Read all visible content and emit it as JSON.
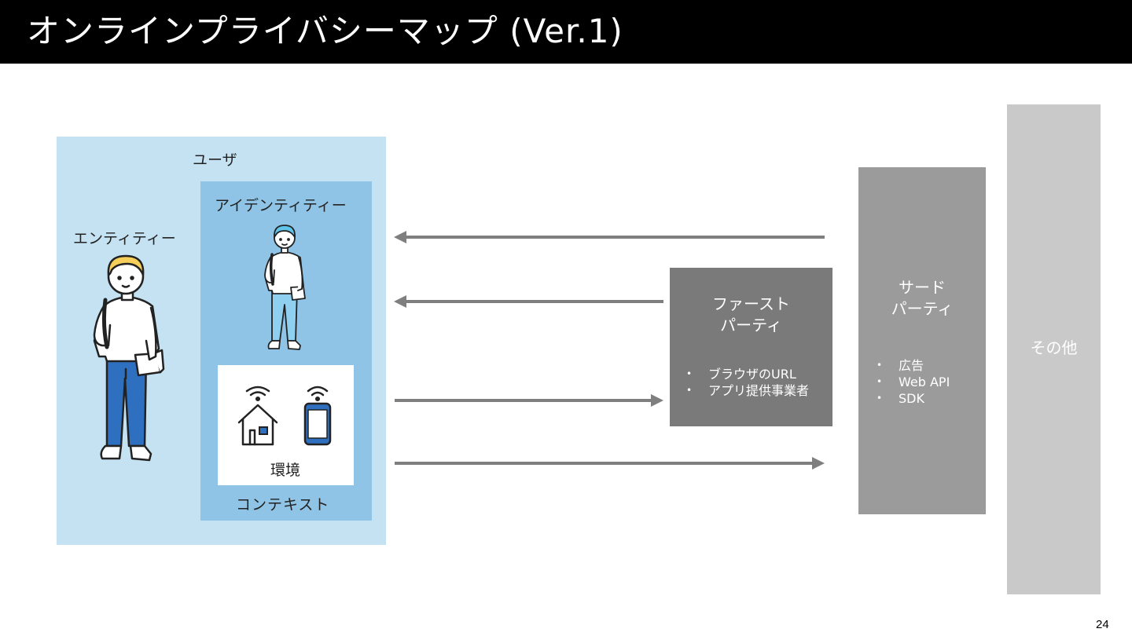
{
  "title": "オンラインプライバシーマップ (Ver.1)",
  "user": {
    "label": "ユーザ",
    "entity_label": "エンティティー",
    "identity_label": "アイデンティティー",
    "environment_label": "環境",
    "context_label": "コンテキスト"
  },
  "first_party": {
    "title_line1": "ファースト",
    "title_line2": "パーティ",
    "items": [
      "ブラウザのURL",
      "アプリ提供事業者"
    ]
  },
  "third_party": {
    "title_line1": "サード",
    "title_line2": "パーティ",
    "items": [
      "広告",
      "Web API",
      "SDK"
    ]
  },
  "other": {
    "label": "その他"
  },
  "page_number": "24",
  "colors": {
    "user_box": "#c5e2f3",
    "identity_box": "#8fc4e6",
    "first_party_box": "#7a7a7a",
    "third_party_box": "#9b9b9b",
    "other_box": "#c9c9c9",
    "arrow": "#7f7f7f",
    "accent_blue": "#2f6fbf",
    "hair_yellow": "#f6cf5a"
  },
  "icons": [
    "person-large-icon",
    "person-small-icon",
    "house-wifi-icon",
    "smartphone-wifi-icon"
  ]
}
